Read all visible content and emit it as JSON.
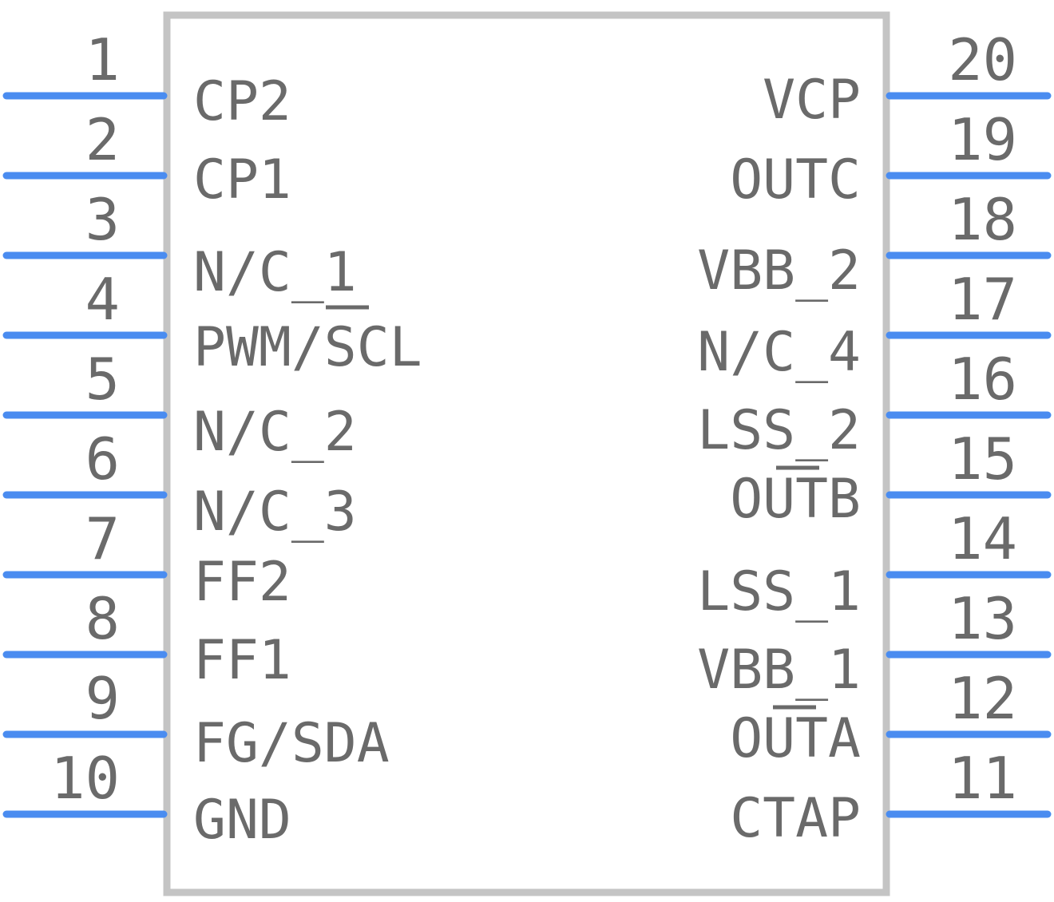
{
  "component": {
    "left_pins": [
      {
        "number": "1",
        "label": "CP2"
      },
      {
        "number": "2",
        "label": "CP1"
      },
      {
        "number": "3",
        "label": "N/C_1"
      },
      {
        "number": "4",
        "label": "PWM/SCL"
      },
      {
        "number": "5",
        "label": "N/C_2"
      },
      {
        "number": "6",
        "label": "N/C_3"
      },
      {
        "number": "7",
        "label": "FF2"
      },
      {
        "number": "8",
        "label": "FF1"
      },
      {
        "number": "9",
        "label": "FG/SDA"
      },
      {
        "number": "10",
        "label": "GND"
      }
    ],
    "right_pins": [
      {
        "number": "20",
        "label": "VCP"
      },
      {
        "number": "19",
        "label": "OUTC"
      },
      {
        "number": "18",
        "label": "VBB_2"
      },
      {
        "number": "17",
        "label": "N/C_4"
      },
      {
        "number": "16",
        "label": "LSS_2"
      },
      {
        "number": "15",
        "label": "OUTB"
      },
      {
        "number": "14",
        "label": "LSS_1"
      },
      {
        "number": "13",
        "label": "VBB_1"
      },
      {
        "number": "12",
        "label": "OUTA"
      },
      {
        "number": "11",
        "label": "CTAP"
      }
    ]
  },
  "colors": {
    "pin": "#4a8cf0",
    "outline": "#c4c4c4",
    "text": "#6a6a6a"
  }
}
